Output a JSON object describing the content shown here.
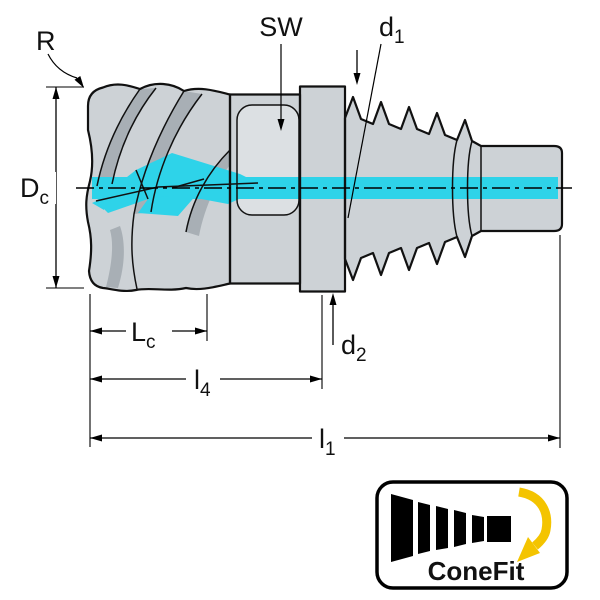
{
  "drawing": {
    "dimension_labels": {
      "corner_radius": {
        "main": "R",
        "sub": ""
      },
      "wrench_size": {
        "main": "SW",
        "sub": ""
      },
      "thread_diameter": {
        "main": "d",
        "sub": "1"
      },
      "cutting_diameter": {
        "main": "D",
        "sub": "c"
      },
      "neck_diameter": {
        "main": "d",
        "sub": "2"
      },
      "cutting_length": {
        "main": "L",
        "sub": "c"
      },
      "head_length": {
        "main": "l",
        "sub": "4"
      },
      "overall_length": {
        "main": "l",
        "sub": "1"
      }
    }
  },
  "logo": {
    "brand": "ConeFit"
  },
  "colors": {
    "highlight_cyan": "#2ed3e9",
    "body_gray": "#cdd2d6",
    "body_gray_light": "#dce0e3",
    "flute_gray": "#a8afb5",
    "outline_black": "#111111",
    "arrow_yellow": "#f4c400"
  }
}
